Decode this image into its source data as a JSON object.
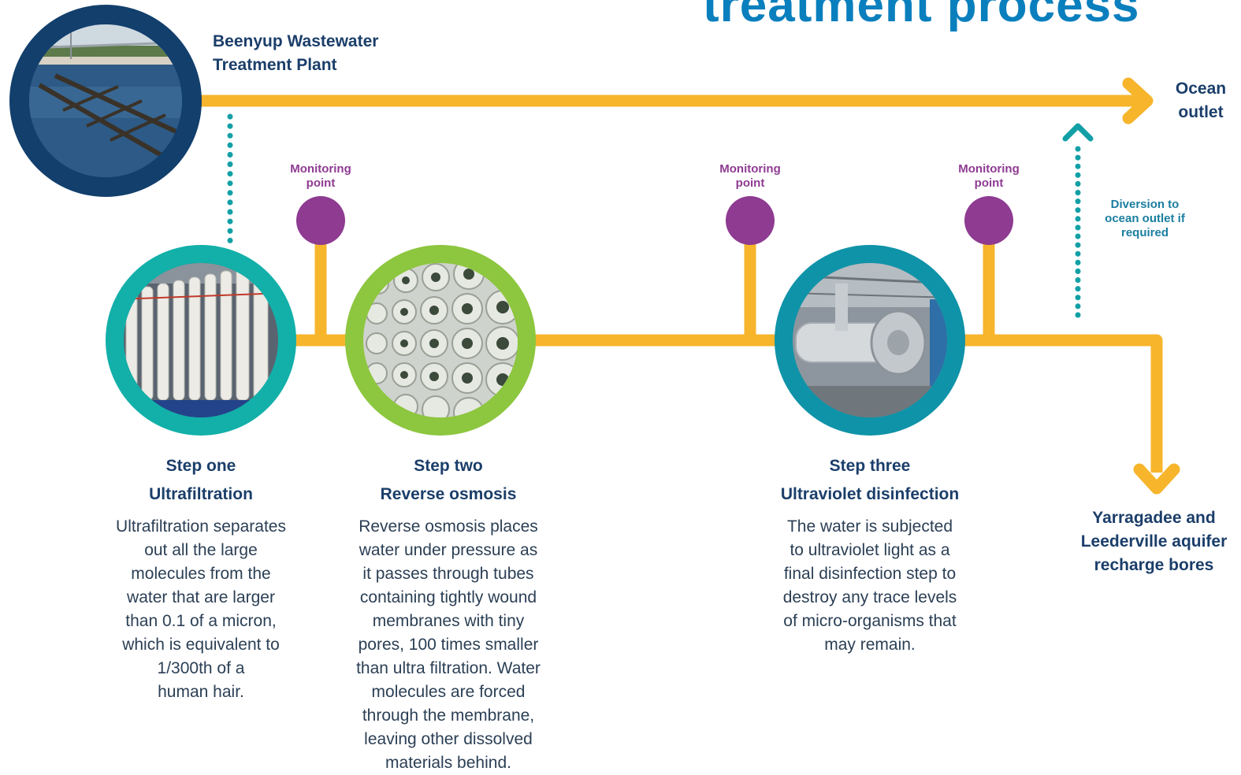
{
  "header": {
    "title": "treatment process"
  },
  "source": {
    "label_line1": "Beenyup Wastewater",
    "label_line2": "Treatment Plant",
    "photo_icon": "wastewater-basin-photo"
  },
  "outlets": {
    "ocean_line1": "Ocean",
    "ocean_line2": "outlet",
    "diversion_line1": "Diversion to",
    "diversion_line2": "ocean outlet if",
    "diversion_line3": "required",
    "aquifer_line1": "Yarragadee and",
    "aquifer_line2": "Leederville aquifer",
    "aquifer_line3": "recharge bores"
  },
  "monitoring_points": [
    {
      "line1": "Monitoring",
      "line2": "point"
    },
    {
      "line1": "Monitoring",
      "line2": "point"
    },
    {
      "line1": "Monitoring",
      "line2": "point"
    }
  ],
  "steps": [
    {
      "number": "Step one",
      "name": "Ultrafiltration",
      "body_lines": [
        "Ultrafiltration separates",
        "out all the large",
        "molecules from the",
        "water that are larger",
        "than 0.1 of a micron,",
        "which is equivalent to",
        "1/300th of a",
        "human hair."
      ],
      "photo_icon": "ultrafiltration-modules-photo"
    },
    {
      "number": "Step two",
      "name": "Reverse osmosis",
      "body_lines": [
        "Reverse osmosis places",
        "water under pressure as",
        "it passes through tubes",
        "containing tightly wound",
        "membranes with tiny",
        "pores, 100 times smaller",
        "than ultra filtration. Water",
        "molecules are forced",
        "through the membrane,",
        "leaving other dissolved",
        "materials behind."
      ],
      "photo_icon": "reverse-osmosis-tubes-photo"
    },
    {
      "number": "Step three",
      "name": "Ultraviolet disinfection",
      "body_lines": [
        "The water is subjected",
        "to ultraviolet light as a",
        "final disinfection step to",
        "destroy any trace levels",
        "of micro-organisms that",
        "may remain."
      ],
      "photo_icon": "uv-reactor-photo"
    }
  ],
  "colors": {
    "pipe": "#f7b52c",
    "navy": "#1b3e6a",
    "title_blue": "#0a7fbd",
    "teal": "#12b0a9",
    "green": "#8dc63f",
    "uv_teal": "#0f93a8",
    "monitoring": "#8e3b91",
    "diversion": "#12a0a6"
  }
}
